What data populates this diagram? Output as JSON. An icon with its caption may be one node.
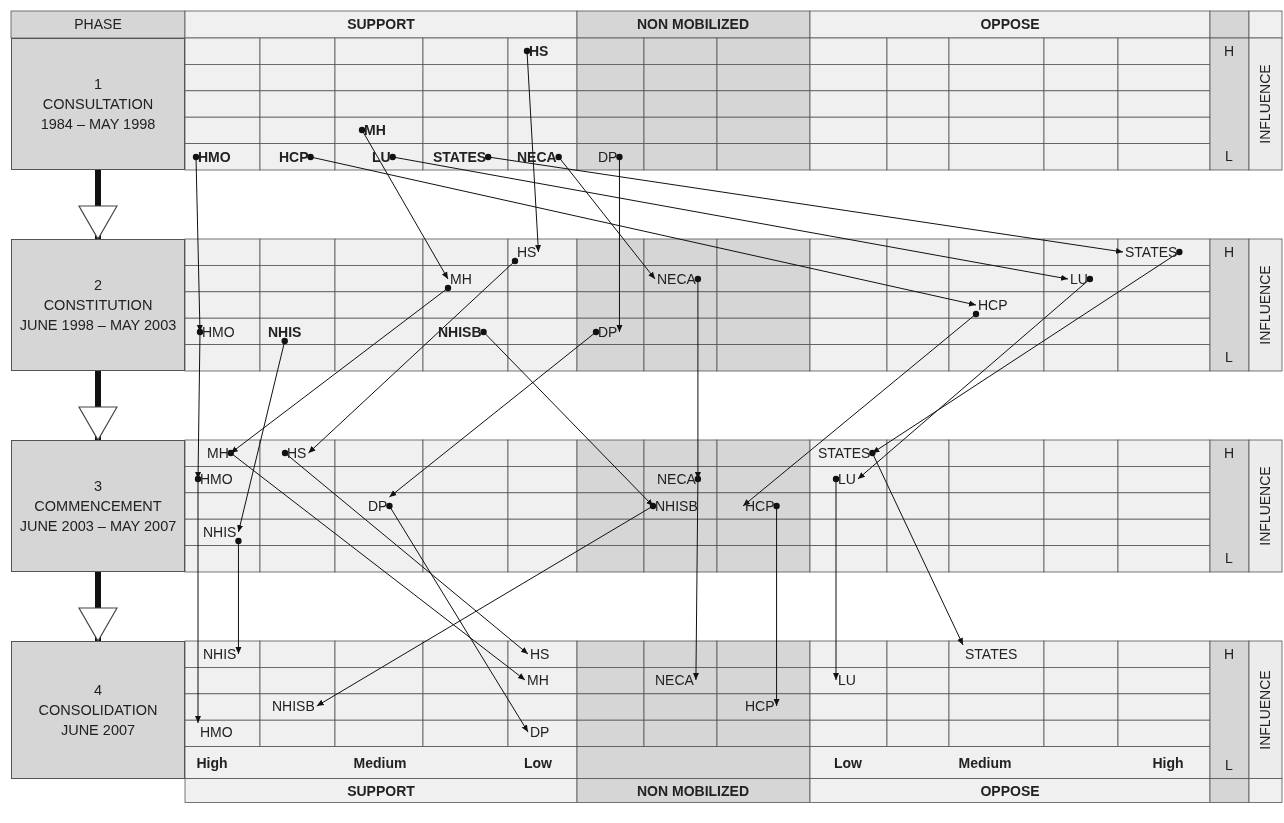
{
  "diagram": {
    "nodes": [
      {
        "text": [
          "1",
          "CONSULTATION",
          "1984 – MAY 1998"
        ]
      },
      {
        "text": [
          "HS"
        ]
      },
      {
        "text": [
          "MH"
        ]
      },
      {
        "text": [
          "HMO"
        ]
      },
      {
        "text": [
          "HCP"
        ]
      },
      {
        "text": [
          "LU"
        ]
      },
      {
        "text": [
          "STATES"
        ]
      },
      {
        "text": [
          "NECA"
        ]
      },
      {
        "text": [
          "DP"
        ]
      },
      {
        "text": [
          "2",
          "CONSTITUTION",
          "JUNE 1998 – MAY 2003"
        ]
      },
      {
        "text": [
          "HS"
        ]
      },
      {
        "text": [
          "STATES"
        ]
      },
      {
        "text": [
          "MH"
        ]
      },
      {
        "text": [
          "NECA"
        ]
      },
      {
        "text": [
          "LU"
        ]
      },
      {
        "text": [
          "HCP"
        ]
      },
      {
        "text": [
          "HMO"
        ]
      },
      {
        "text": [
          "NHIS"
        ]
      },
      {
        "text": [
          "NHISB"
        ]
      },
      {
        "text": [
          "DP"
        ]
      },
      {
        "text": [
          "3",
          "COMMENCEMENT",
          "JUNE 2003 – MAY 2007"
        ]
      },
      {
        "text": [
          "MH"
        ]
      },
      {
        "text": [
          "HS"
        ]
      },
      {
        "text": [
          "STATES"
        ]
      },
      {
        "text": [
          "HMO"
        ]
      },
      {
        "text": [
          "NECA"
        ]
      },
      {
        "text": [
          "LU"
        ]
      },
      {
        "text": [
          "DP"
        ]
      },
      {
        "text": [
          "NHISB"
        ]
      },
      {
        "text": [
          "HCP"
        ]
      },
      {
        "text": [
          "NHIS"
        ]
      },
      {
        "text": [
          "4",
          "CONSOLIDATION",
          "JUNE 2007"
        ]
      },
      {
        "text": [
          "NHIS"
        ]
      },
      {
        "text": [
          "HS"
        ]
      },
      {
        "text": [
          "STATES"
        ]
      },
      {
        "text": [
          "MH"
        ]
      },
      {
        "text": [
          "NECA"
        ]
      },
      {
        "text": [
          "LU"
        ]
      },
      {
        "text": [
          "NHISB"
        ]
      },
      {
        "text": [
          "HCP"
        ]
      },
      {
        "text": [
          "HMO"
        ]
      },
      {
        "text": [
          "DP"
        ]
      }
    ],
    "edges": [
      {
        "from": 0,
        "to": 9,
        "arrow": "to",
        "style": "thick"
      },
      {
        "from": 1,
        "to": 10,
        "arrow": "to"
      },
      {
        "from": 2,
        "to": 12,
        "arrow": "to"
      },
      {
        "from": 3,
        "to": 16,
        "arrow": "to"
      },
      {
        "from": 4,
        "to": 15,
        "arrow": "to"
      },
      {
        "from": 5,
        "to": 14,
        "arrow": "to"
      },
      {
        "from": 6,
        "to": 11,
        "arrow": "to"
      },
      {
        "from": 7,
        "to": 13,
        "arrow": "to"
      },
      {
        "from": 8,
        "to": 19,
        "arrow": "to"
      },
      {
        "from": 9,
        "to": 20,
        "arrow": "to",
        "style": "thick"
      },
      {
        "from": 10,
        "to": 22,
        "arrow": "to"
      },
      {
        "from": 11,
        "to": 23,
        "arrow": "to"
      },
      {
        "from": 12,
        "to": 21,
        "arrow": "to"
      },
      {
        "from": 13,
        "to": 25,
        "arrow": "to"
      },
      {
        "from": 14,
        "to": 26,
        "arrow": "to"
      },
      {
        "from": 15,
        "to": 29,
        "arrow": "to"
      },
      {
        "from": 16,
        "to": 24,
        "arrow": "to"
      },
      {
        "from": 17,
        "to": 30,
        "arrow": "to"
      },
      {
        "from": 18,
        "to": 28,
        "arrow": "to"
      },
      {
        "from": 19,
        "to": 27,
        "arrow": "to"
      },
      {
        "from": 20,
        "to": 31,
        "arrow": "to",
        "style": "thick"
      },
      {
        "from": 21,
        "to": 35,
        "arrow": "to"
      },
      {
        "from": 22,
        "to": 33,
        "arrow": "to"
      },
      {
        "from": 23,
        "to": 34,
        "arrow": "to"
      },
      {
        "from": 24,
        "to": 40,
        "arrow": "to"
      },
      {
        "from": 25,
        "to": 36,
        "arrow": "to"
      },
      {
        "from": 26,
        "to": 37,
        "arrow": "to"
      },
      {
        "from": 27,
        "to": 41,
        "arrow": "to"
      },
      {
        "from": 28,
        "to": 38,
        "arrow": "to"
      },
      {
        "from": 29,
        "to": 39,
        "arrow": "to"
      },
      {
        "from": 30,
        "to": 32,
        "arrow": "to"
      }
    ],
    "labels": [
      "PHASE",
      "SUPPORT",
      "NON MOBILIZED",
      "OPPOSE",
      "H",
      "INFLUENCE",
      "L",
      "H",
      "INFLUENCE",
      "L",
      "H",
      "INFLUENCE",
      "L",
      "H",
      "INFLUENCE",
      "L",
      "High",
      "Medium",
      "Low",
      "Low",
      "Medium",
      "High",
      "SUPPORT",
      "NON MOBILIZED",
      "OPPOSE"
    ]
  }
}
